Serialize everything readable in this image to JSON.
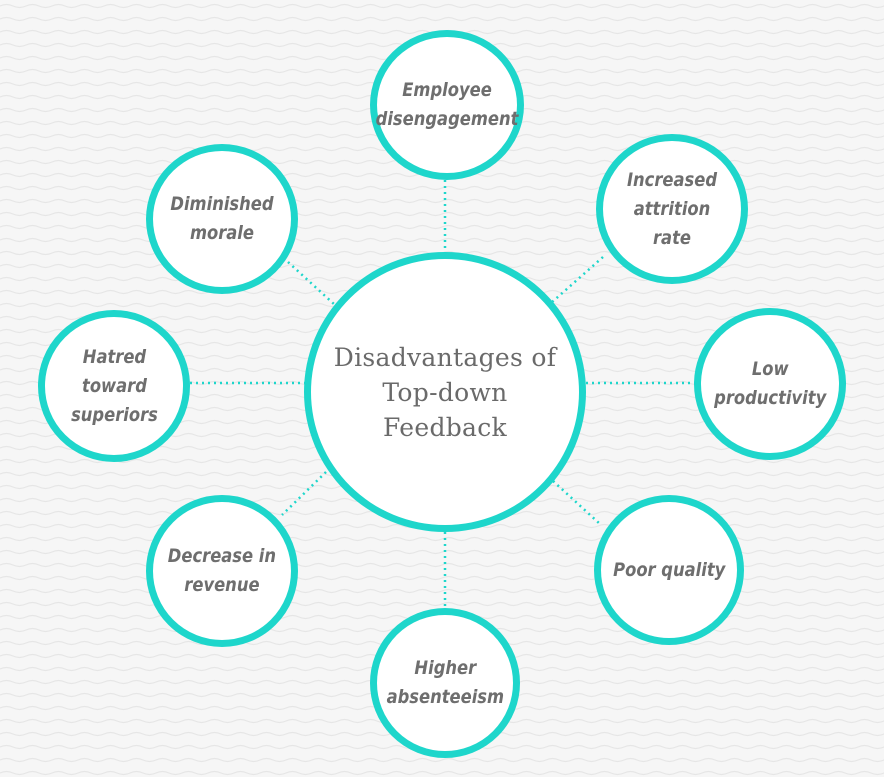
{
  "diagram": {
    "center": {
      "label": "Disadvantages of\nTop-down\nFeedback"
    },
    "nodes": [
      {
        "id": "employee-disengagement",
        "label": "Employee\ndisengagement"
      },
      {
        "id": "increased-attrition-rate",
        "label": "Increased\nattrition rate"
      },
      {
        "id": "low-productivity",
        "label": "Low\nproductivity"
      },
      {
        "id": "poor-quality",
        "label": "Poor quality"
      },
      {
        "id": "higher-absenteeism",
        "label": "Higher\nabsenteeism"
      },
      {
        "id": "decrease-in-revenue",
        "label": "Decrease in\nrevenue"
      },
      {
        "id": "hatred-toward-superiors",
        "label": "Hatred\ntoward\nsuperiors"
      },
      {
        "id": "diminished-morale",
        "label": "Diminished\nmorale"
      }
    ],
    "colors": {
      "ring": "#1ed6cb",
      "connector": "#1ed6cb",
      "text": "#6e6e6e",
      "background": "#f6f6f6",
      "wave": "#e6e6e6"
    }
  }
}
